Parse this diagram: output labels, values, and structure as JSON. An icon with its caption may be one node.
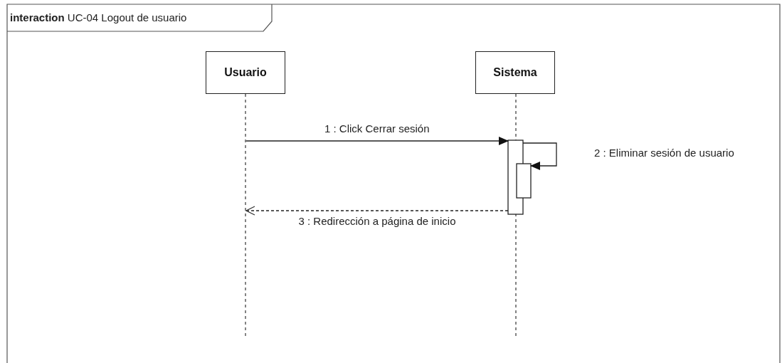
{
  "diagram": {
    "title": "**interaction** UC-04 Logout de usuario",
    "nodes": [
      {
        "text": [
          "Usuario"
        ]
      },
      {
        "text": [
          "Sistema"
        ]
      },
      {
        "text": [],
        "shape": "line"
      },
      {
        "text": [],
        "shape": "line"
      },
      {
        "text": [],
        "shape": "bar"
      },
      {
        "text": [],
        "shape": "bar"
      }
    ],
    "edges": [
      {
        "from": 2,
        "to": 4,
        "arrow": "to",
        "label": "1 : Click Cerrar sesión"
      },
      {
        "from": 4,
        "to": 5,
        "arrow": "to",
        "label": "2 : Eliminar sesión de usuario"
      },
      {
        "from": 4,
        "to": 2,
        "arrow": "to",
        "label": "3 : Redirección a página de inicio",
        "style": "dashed"
      }
    ]
  }
}
